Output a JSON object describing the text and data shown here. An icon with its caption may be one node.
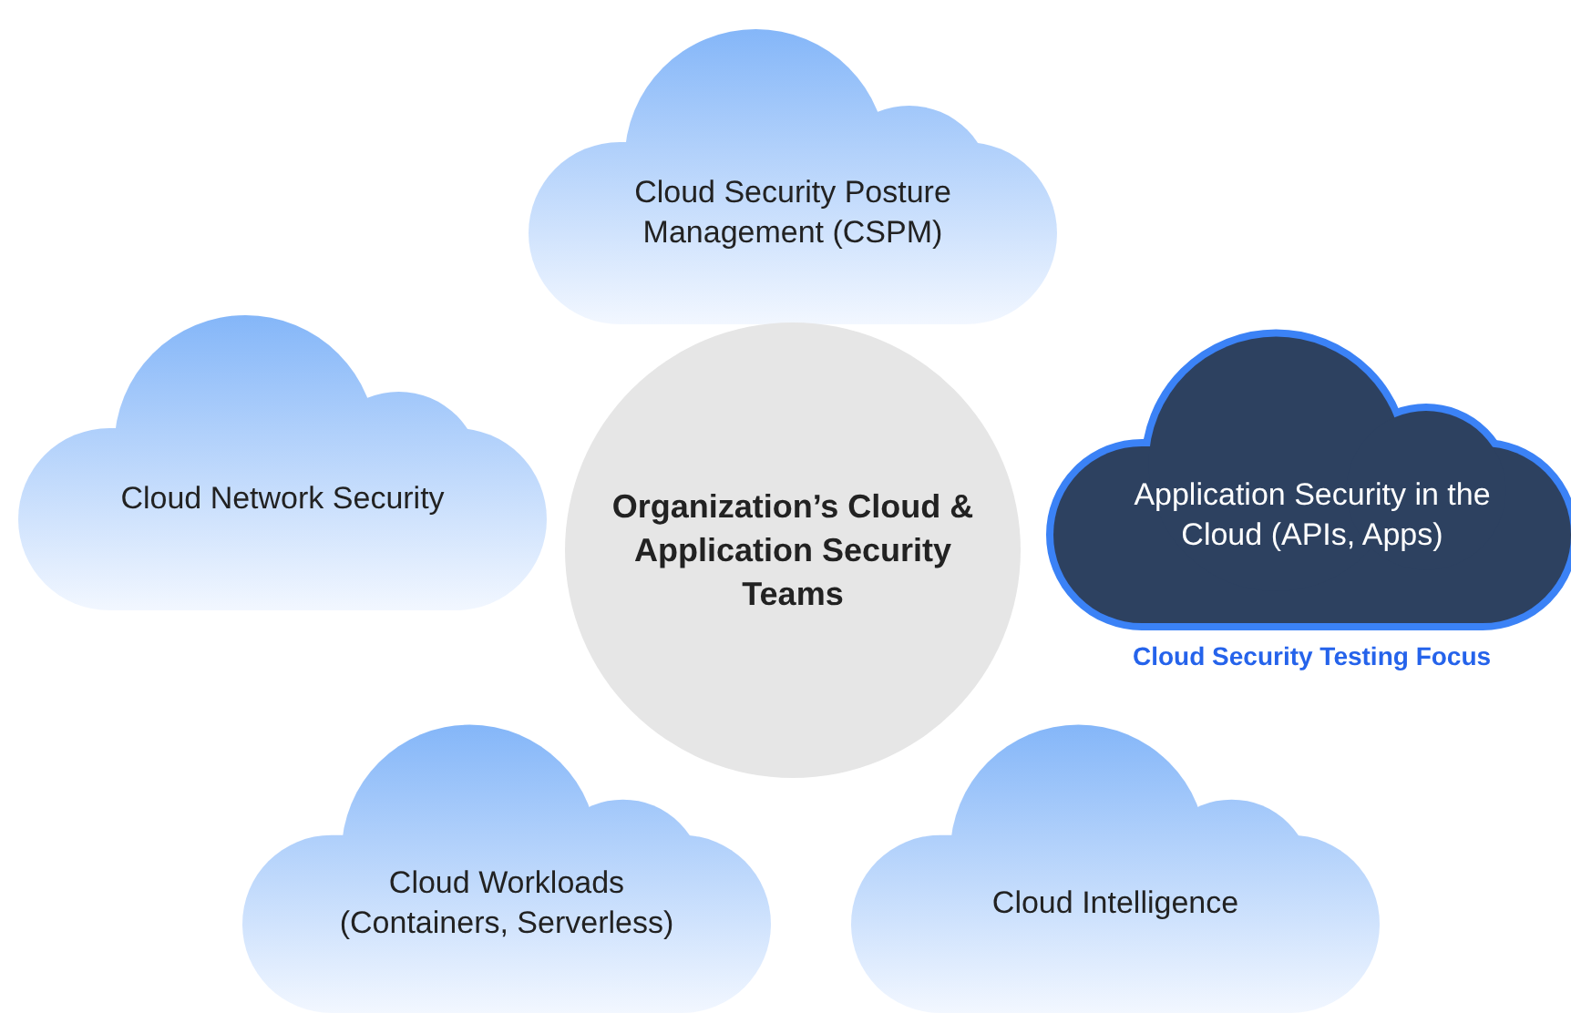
{
  "diagram": {
    "nodes": [
      {
        "text": [
          "Cloud Security Posture Management (CSPM)"
        ]
      },
      {
        "text": [
          "Cloud Network Security"
        ]
      },
      {
        "text": [
          "Organization’s Cloud & Application Security Teams"
        ]
      },
      {
        "text": [
          "Application Security in the Cloud (APIs, Apps)"
        ],
        "beside": [
          "Cloud Security Testing Focus"
        ]
      },
      {
        "text": [
          "Cloud Workloads (Containers, Serverless)"
        ]
      },
      {
        "text": [
          "Cloud Intelligence"
        ]
      }
    ],
    "edges": []
  }
}
